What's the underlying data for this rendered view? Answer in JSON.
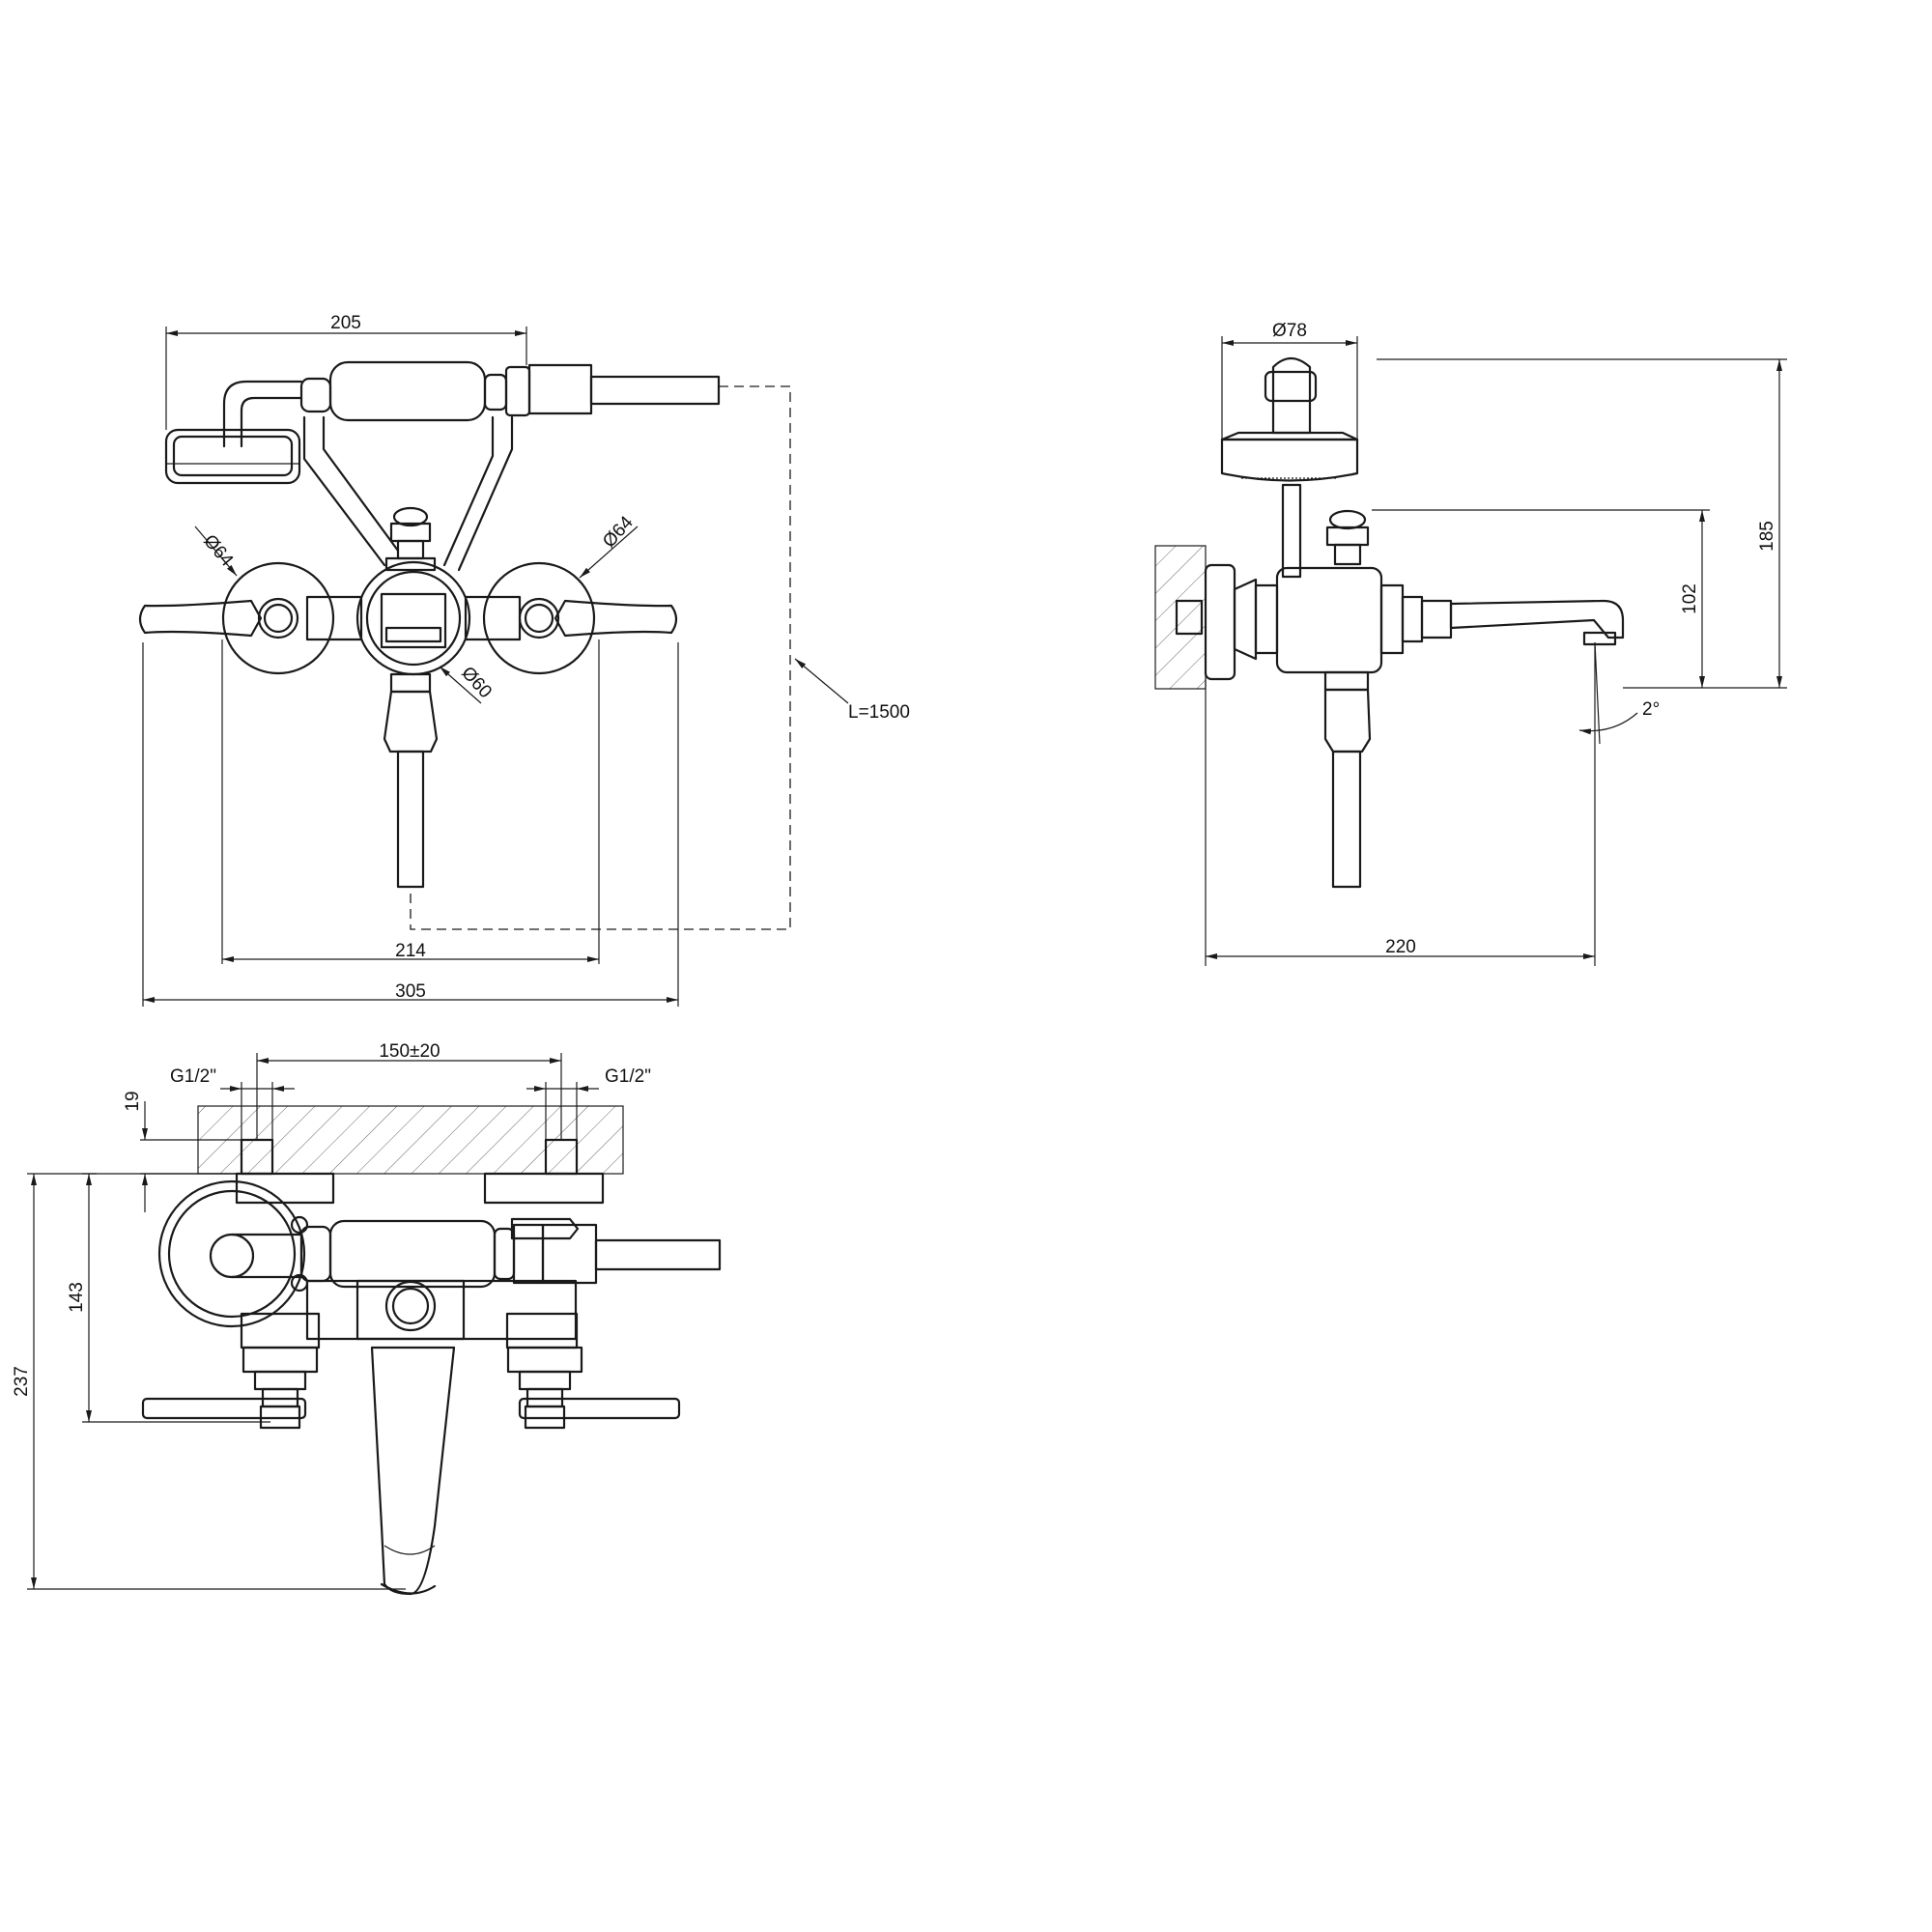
{
  "dimensions": {
    "front": {
      "width_handshower": "205",
      "dia_left_flange": "Ø64",
      "dia_right_flange": "Ø64",
      "dia_body": "Ø60",
      "hose_length": "L=1500",
      "centers_outer": "214",
      "overall_width": "305"
    },
    "side": {
      "dia_showerhead": "Ø78",
      "height_overall": "185",
      "height_spout": "102",
      "spout_angle": "2°",
      "projection": "220"
    },
    "top": {
      "centers": "150±20",
      "thread_left": "G1/2\"",
      "thread_right": "G1/2\"",
      "wall_offset": "19",
      "depth_handles": "143",
      "depth_overall": "237"
    }
  }
}
